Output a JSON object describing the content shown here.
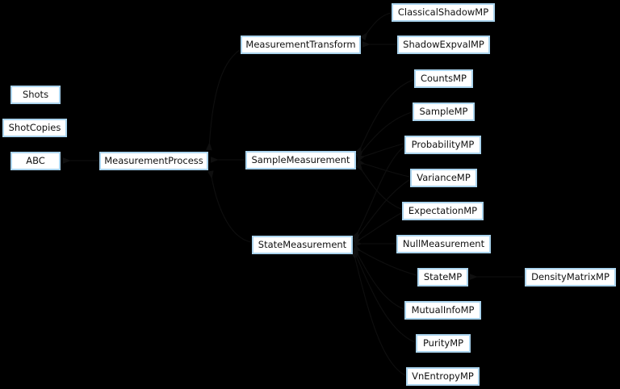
{
  "diagram": {
    "type": "class-inheritance-diagram",
    "colors": {
      "background": "#000000",
      "node_fill": "#ffffff",
      "node_border": "#abd4ee",
      "node_text": "#111111",
      "edge": "#0f0f0f"
    },
    "nodes": {
      "shots": {
        "label": "Shots"
      },
      "shot_copies": {
        "label": "ShotCopies"
      },
      "abc": {
        "label": "ABC"
      },
      "measurement_process": {
        "label": "MeasurementProcess"
      },
      "measurement_transform": {
        "label": "MeasurementTransform"
      },
      "sample_measurement": {
        "label": "SampleMeasurement"
      },
      "state_measurement": {
        "label": "StateMeasurement"
      },
      "classical_shadow_mp": {
        "label": "ClassicalShadowMP"
      },
      "shadow_expval_mp": {
        "label": "ShadowExpvalMP"
      },
      "counts_mp": {
        "label": "CountsMP"
      },
      "sample_mp": {
        "label": "SampleMP"
      },
      "probability_mp": {
        "label": "ProbabilityMP"
      },
      "variance_mp": {
        "label": "VarianceMP"
      },
      "expectation_mp": {
        "label": "ExpectationMP"
      },
      "null_measurement": {
        "label": "NullMeasurement"
      },
      "state_mp": {
        "label": "StateMP"
      },
      "density_matrix_mp": {
        "label": "DensityMatrixMP"
      },
      "mutual_info_mp": {
        "label": "MutualInfoMP"
      },
      "purity_mp": {
        "label": "PurityMP"
      },
      "vn_entropy_mp": {
        "label": "VnEntropyMP"
      }
    },
    "edges": [
      {
        "child": "measurement_process",
        "parent": "abc"
      },
      {
        "child": "measurement_transform",
        "parent": "measurement_process"
      },
      {
        "child": "sample_measurement",
        "parent": "measurement_process"
      },
      {
        "child": "state_measurement",
        "parent": "measurement_process"
      },
      {
        "child": "classical_shadow_mp",
        "parent": "measurement_transform"
      },
      {
        "child": "shadow_expval_mp",
        "parent": "measurement_transform"
      },
      {
        "child": "counts_mp",
        "parent": "sample_measurement"
      },
      {
        "child": "sample_mp",
        "parent": "sample_measurement"
      },
      {
        "child": "probability_mp",
        "parent": "sample_measurement"
      },
      {
        "child": "variance_mp",
        "parent": "sample_measurement"
      },
      {
        "child": "expectation_mp",
        "parent": "sample_measurement"
      },
      {
        "child": "probability_mp",
        "parent": "state_measurement"
      },
      {
        "child": "variance_mp",
        "parent": "state_measurement"
      },
      {
        "child": "expectation_mp",
        "parent": "state_measurement"
      },
      {
        "child": "null_measurement",
        "parent": "state_measurement"
      },
      {
        "child": "state_mp",
        "parent": "state_measurement"
      },
      {
        "child": "mutual_info_mp",
        "parent": "state_measurement"
      },
      {
        "child": "purity_mp",
        "parent": "state_measurement"
      },
      {
        "child": "vn_entropy_mp",
        "parent": "state_measurement"
      },
      {
        "child": "density_matrix_mp",
        "parent": "state_mp"
      }
    ]
  }
}
